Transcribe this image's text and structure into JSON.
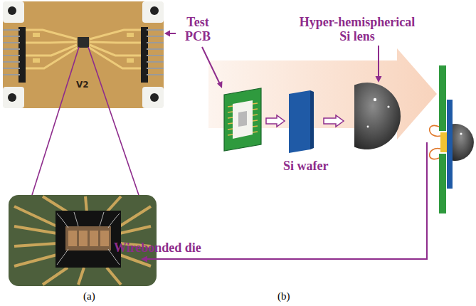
{
  "diagram": {
    "nodes": [
      {
        "text": [
          "Test PCB"
        ]
      },
      {
        "text": [
          "Si wafer"
        ]
      },
      {
        "text": [
          "Hyper-hemispherical Si lens"
        ]
      }
    ],
    "edges": [
      {
        "from": 0,
        "to": 1,
        "arrow": "to"
      },
      {
        "from": 1,
        "to": 2,
        "arrow": "to"
      }
    ],
    "labels": [
      "V2",
      "Wirebonded die",
      "(a)",
      "(b)"
    ]
  }
}
